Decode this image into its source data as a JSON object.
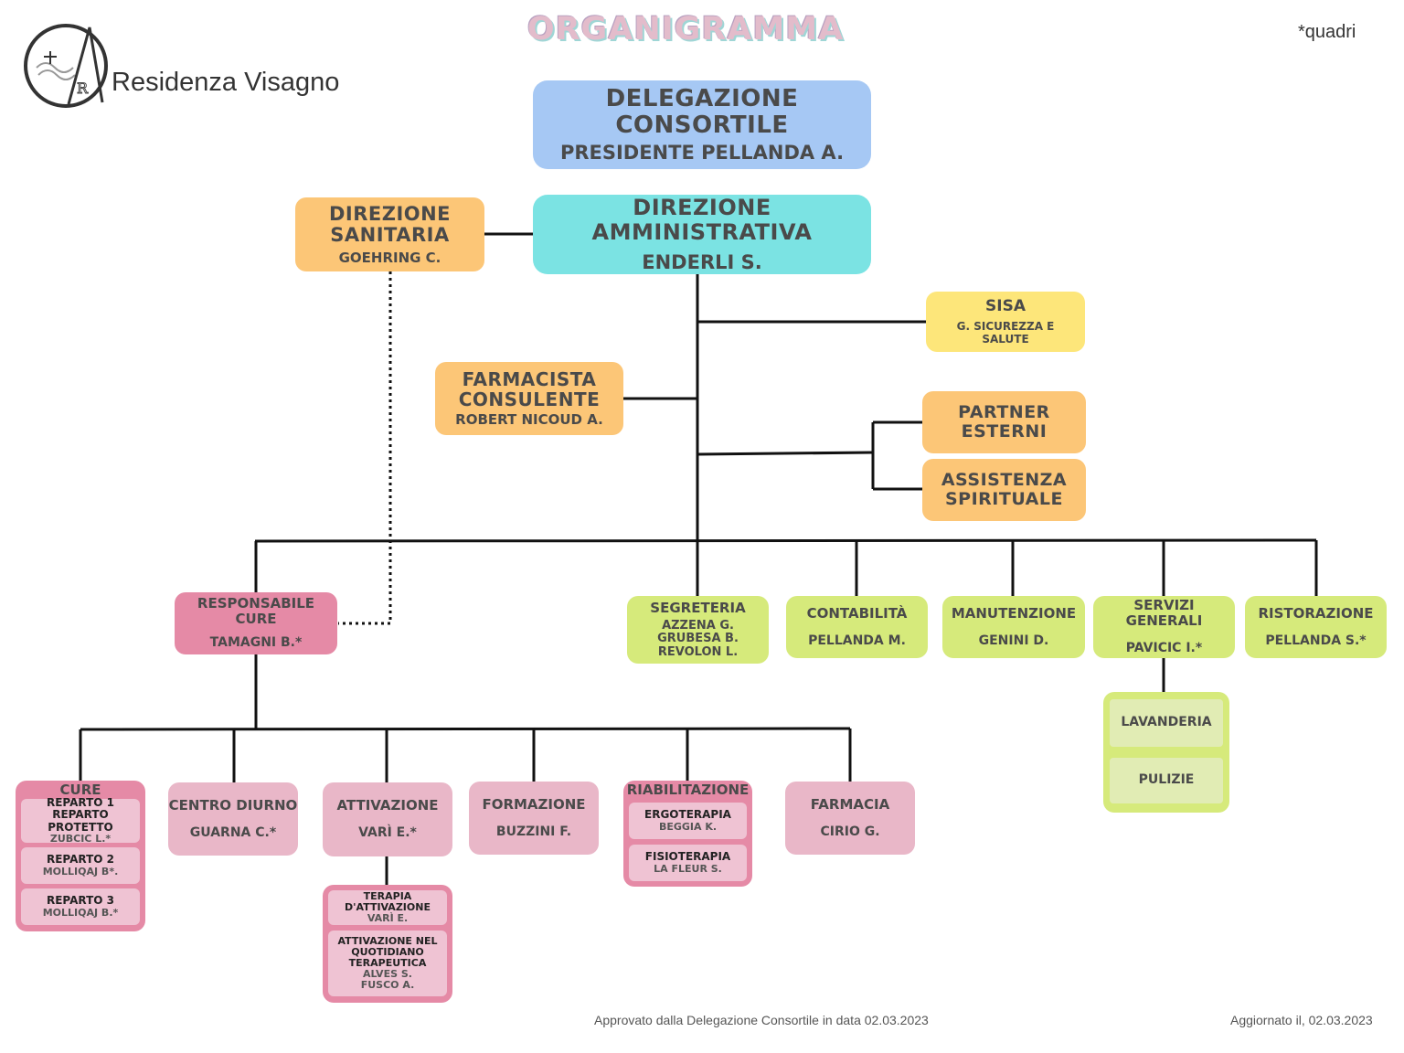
{
  "header": {
    "title": "ORGANIGRAMMA",
    "note": "*quadri",
    "brand": "Residenza Visagno",
    "logo_letters": "A R"
  },
  "top": {
    "delegazione": {
      "title": "DELEGAZIONE CONSORTILE",
      "name": "PRESIDENTE PELLANDA A."
    },
    "dir_amministrativa": {
      "title": "DIREZIONE AMMINISTRATIVA",
      "name": "ENDERLI S."
    },
    "dir_sanitaria": {
      "title": "DIREZIONE SANITARIA",
      "name": "GOEHRING C."
    },
    "sisa": {
      "title": "SISA",
      "name": "G. SICUREZZA E SALUTE"
    },
    "farmacista": {
      "title": "FARMACISTA CONSULENTE",
      "name": "ROBERT NICOUD A."
    },
    "partner": {
      "title": "PARTNER ESTERNI"
    },
    "assistenza": {
      "title": "ASSISTENZA SPIRITUALE"
    }
  },
  "level2": {
    "responsabile": {
      "title": "RESPONSABILE CURE",
      "name": "TAMAGNI B.*"
    },
    "segreteria": {
      "title": "SEGRETERIA",
      "names": [
        "AZZENA G.",
        "GRUBESA B.",
        "REVOLON L."
      ]
    },
    "contabilita": {
      "title": "CONTABILITÀ",
      "name": "PELLANDA M."
    },
    "manutenzione": {
      "title": "MANUTENZIONE",
      "name": "GENINI D."
    },
    "servizi": {
      "title": "SERVIZI GENERALI",
      "name": "PAVICIC I.*"
    },
    "ristorazione": {
      "title": "RISTORAZIONE",
      "name": "PELLANDA S.*"
    },
    "servizi_sub": [
      "LAVANDERIA",
      "PULIZIE"
    ]
  },
  "level3": {
    "cure": {
      "title": "CURE",
      "items": [
        {
          "title": "REPARTO 1",
          "title2": "REPARTO PROTETTO",
          "name": "ZUBCIC L.*"
        },
        {
          "title": "REPARTO 2",
          "name": "MOLLIQAJ B*."
        },
        {
          "title": "REPARTO 3",
          "name": "MOLLIQAJ B.*"
        }
      ]
    },
    "centro_diurno": {
      "title": "CENTRO DIURNO",
      "name": "GUARNA C.*"
    },
    "attivazione": {
      "title": "ATTIVAZIONE",
      "name": "VARÌ E.*"
    },
    "attivazione_sub": {
      "items": [
        {
          "title": "TERAPIA D'ATTIVAZIONE",
          "name": "VARÌ E."
        },
        {
          "title_lines": [
            "ATTIVAZIONE NEL",
            "QUOTIDIANO",
            "TERAPEUTICA"
          ],
          "names": [
            "ALVES S.",
            "FUSCO A."
          ]
        }
      ]
    },
    "formazione": {
      "title": "FORMAZIONE",
      "name": "BUZZINI F."
    },
    "riabilitazione": {
      "title": "RIABILITAZIONE",
      "items": [
        {
          "title": "ERGOTERAPIA",
          "name": "BEGGIA K."
        },
        {
          "title": "FISIOTERAPIA",
          "name": "LA FLEUR S."
        }
      ]
    },
    "farmacia": {
      "title": "FARMACIA",
      "name": "CIRIO G."
    }
  },
  "footer": {
    "approved": "Approvato dalla Delegazione Consortile in data 02.03.2023",
    "updated": "Aggiornato il, 02.03.2023"
  },
  "colors": {
    "blue": "#a6c8f4",
    "cyan": "#7be3e3",
    "orange": "#fcc677",
    "yellow": "#fde67a",
    "green": "#d6ea7b",
    "pink": "#e58aa6",
    "light_pink": "#e9b7c8",
    "line": "#111111"
  }
}
